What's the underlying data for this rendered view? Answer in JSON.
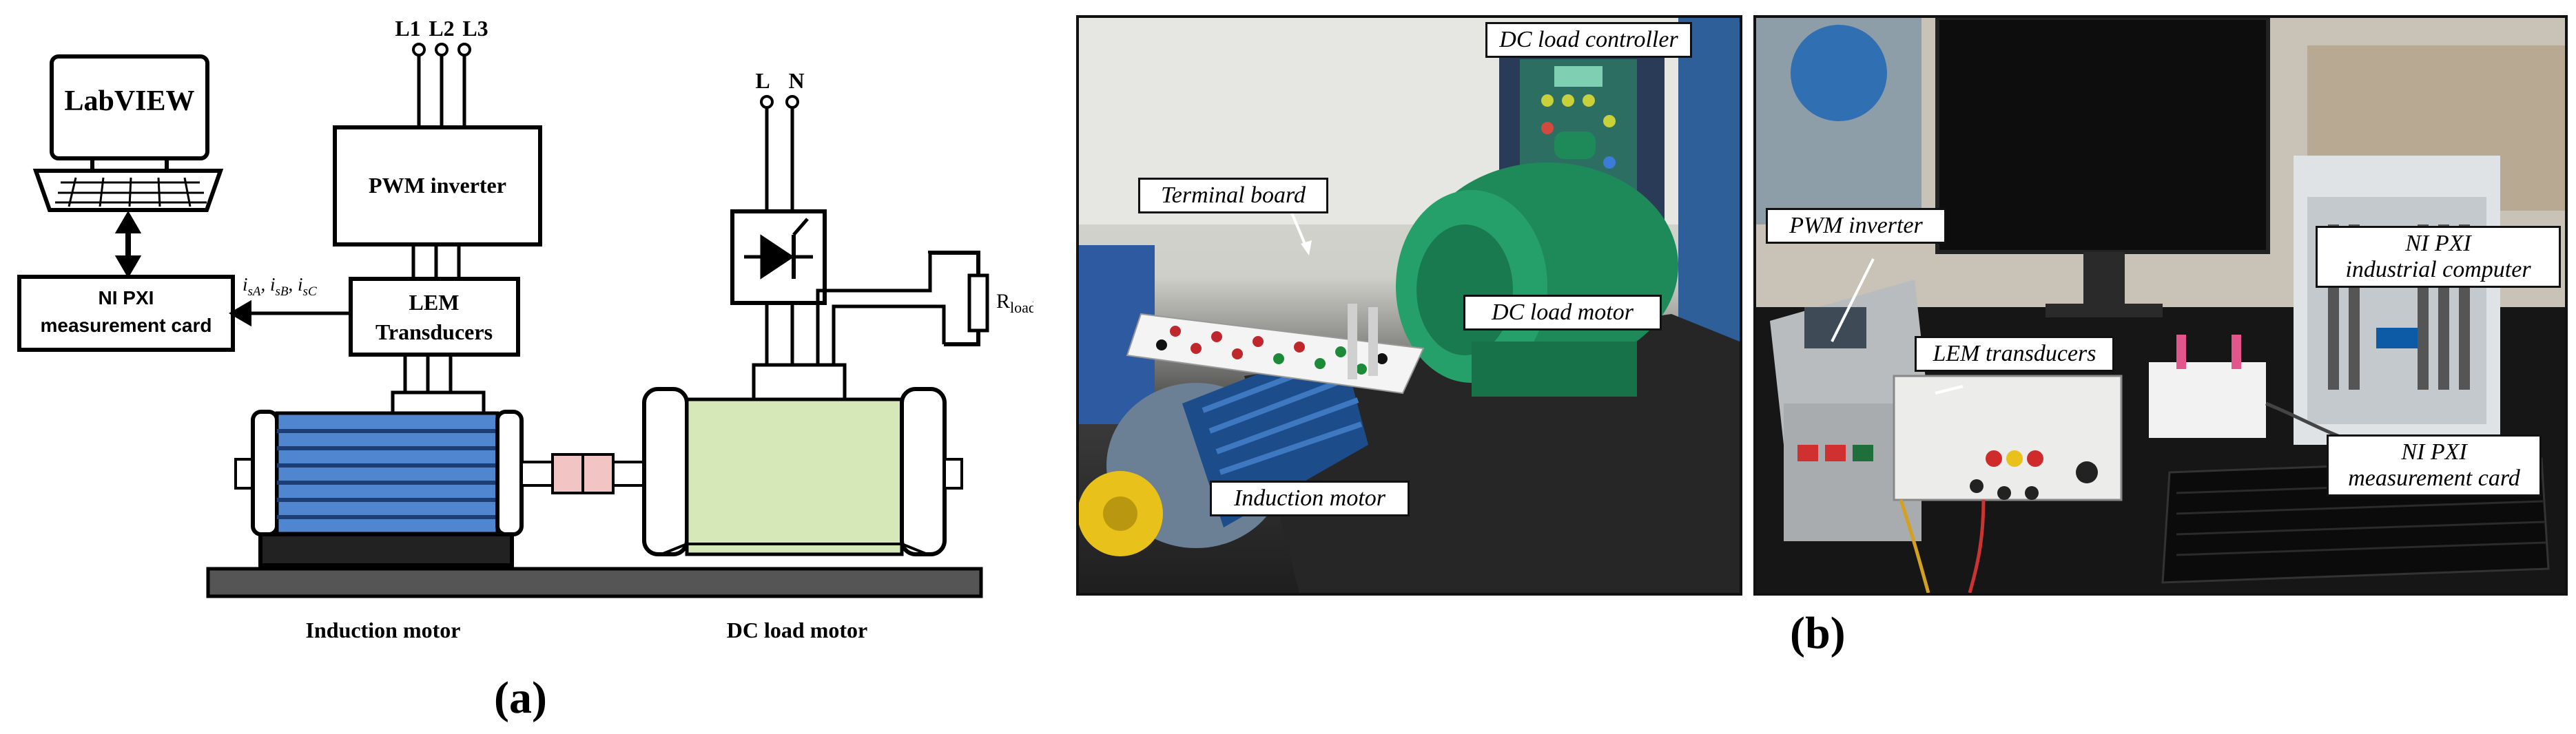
{
  "panel_a": {
    "label": "(a)",
    "labview": "LabVIEW",
    "inverter": "PWM inverter",
    "lem_line1": "LEM",
    "lem_line2": "Transducers",
    "nipxi_line1": "NI PXI",
    "nipxi_line2": "measurement card",
    "currents": {
      "i1": "i",
      "s1": "sA",
      "sep1": ", ",
      "i2": "i",
      "s2": "sB",
      "sep2": ", ",
      "i3": "i",
      "s3": "sC"
    },
    "phases": [
      "L1",
      "L2",
      "L3"
    ],
    "dc_supply": [
      "L",
      "N"
    ],
    "rload": "R",
    "rload_sub": "load",
    "induction_motor": "Induction motor",
    "dc_load_motor": "DC load motor"
  },
  "panel_b": {
    "label": "(b)",
    "photo1": {
      "dc_load_controller": "DC load controller",
      "terminal_board": "Terminal board",
      "dc_load_motor": "DC load motor",
      "induction_motor": "Induction motor"
    },
    "photo2": {
      "pwm_inverter": "PWM inverter",
      "lem_transducers": "LEM transducers",
      "ni_pxi_computer_line1": "NI PXI",
      "ni_pxi_computer_line2": "industrial computer",
      "ni_pxi_card_line1": "NI PXI",
      "ni_pxi_card_line2": "measurement card"
    }
  },
  "colors": {
    "motor_blue": "#4f86cf",
    "dc_motor_green": "#d6e7b8",
    "coupling_pink": "#f2c4c4",
    "green_motor_photo": "#1e8a5a"
  }
}
